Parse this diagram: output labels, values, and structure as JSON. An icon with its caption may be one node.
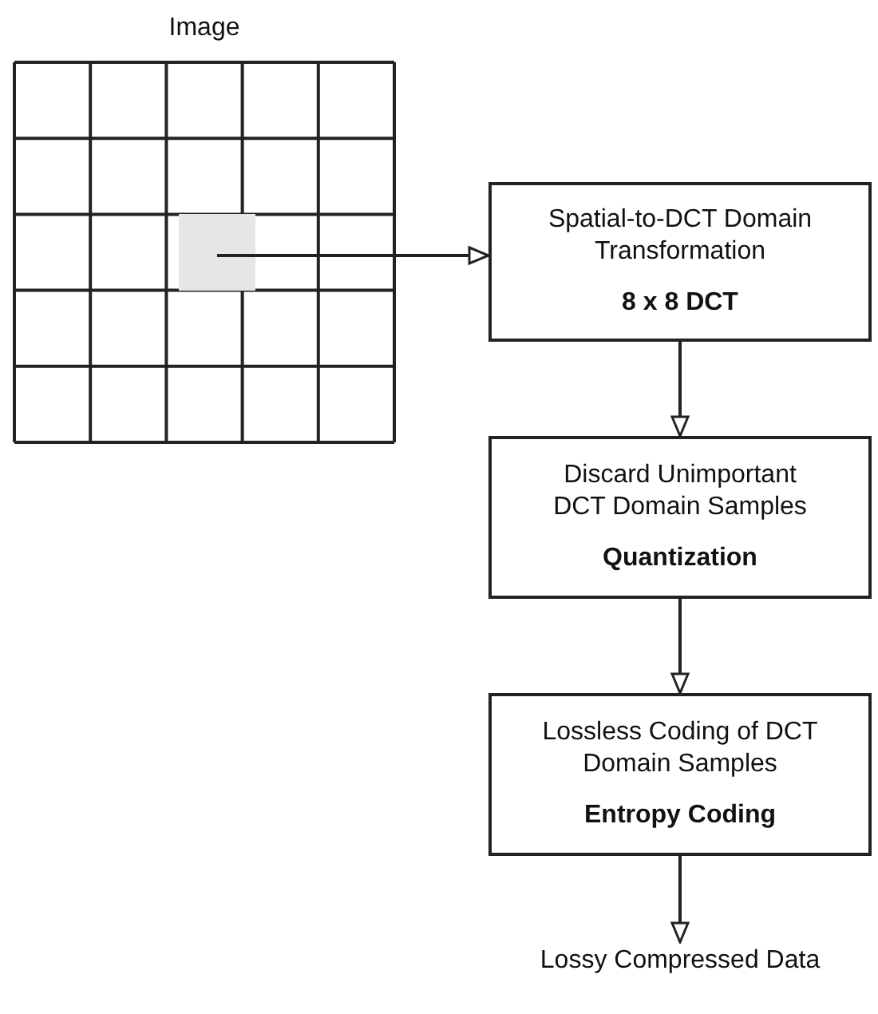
{
  "diagram": {
    "nodes": [
      {
        "text": [
          "Image"
        ]
      },
      {
        "text": [],
        "shape": "box",
        "in": 0
      },
      {
        "text": [
          "Spatial-to-DCT Domain Transformation",
          "8 x 8 DCT"
        ]
      },
      {
        "text": [
          "Discard Unimportant DCT Domain Samples",
          "Quantization"
        ]
      },
      {
        "text": [
          "Lossless Coding of DCT Domain Samples",
          "Entropy Coding"
        ]
      },
      {
        "text": [
          "Lossy Compressed Data"
        ]
      }
    ],
    "edges": [
      {
        "from": 1,
        "to": 2,
        "arrow": "to"
      },
      {
        "from": 2,
        "to": 3,
        "arrow": "to"
      },
      {
        "from": 3,
        "to": 4,
        "arrow": "to"
      },
      {
        "from": 4,
        "to": 5,
        "arrow": "to"
      }
    ]
  }
}
